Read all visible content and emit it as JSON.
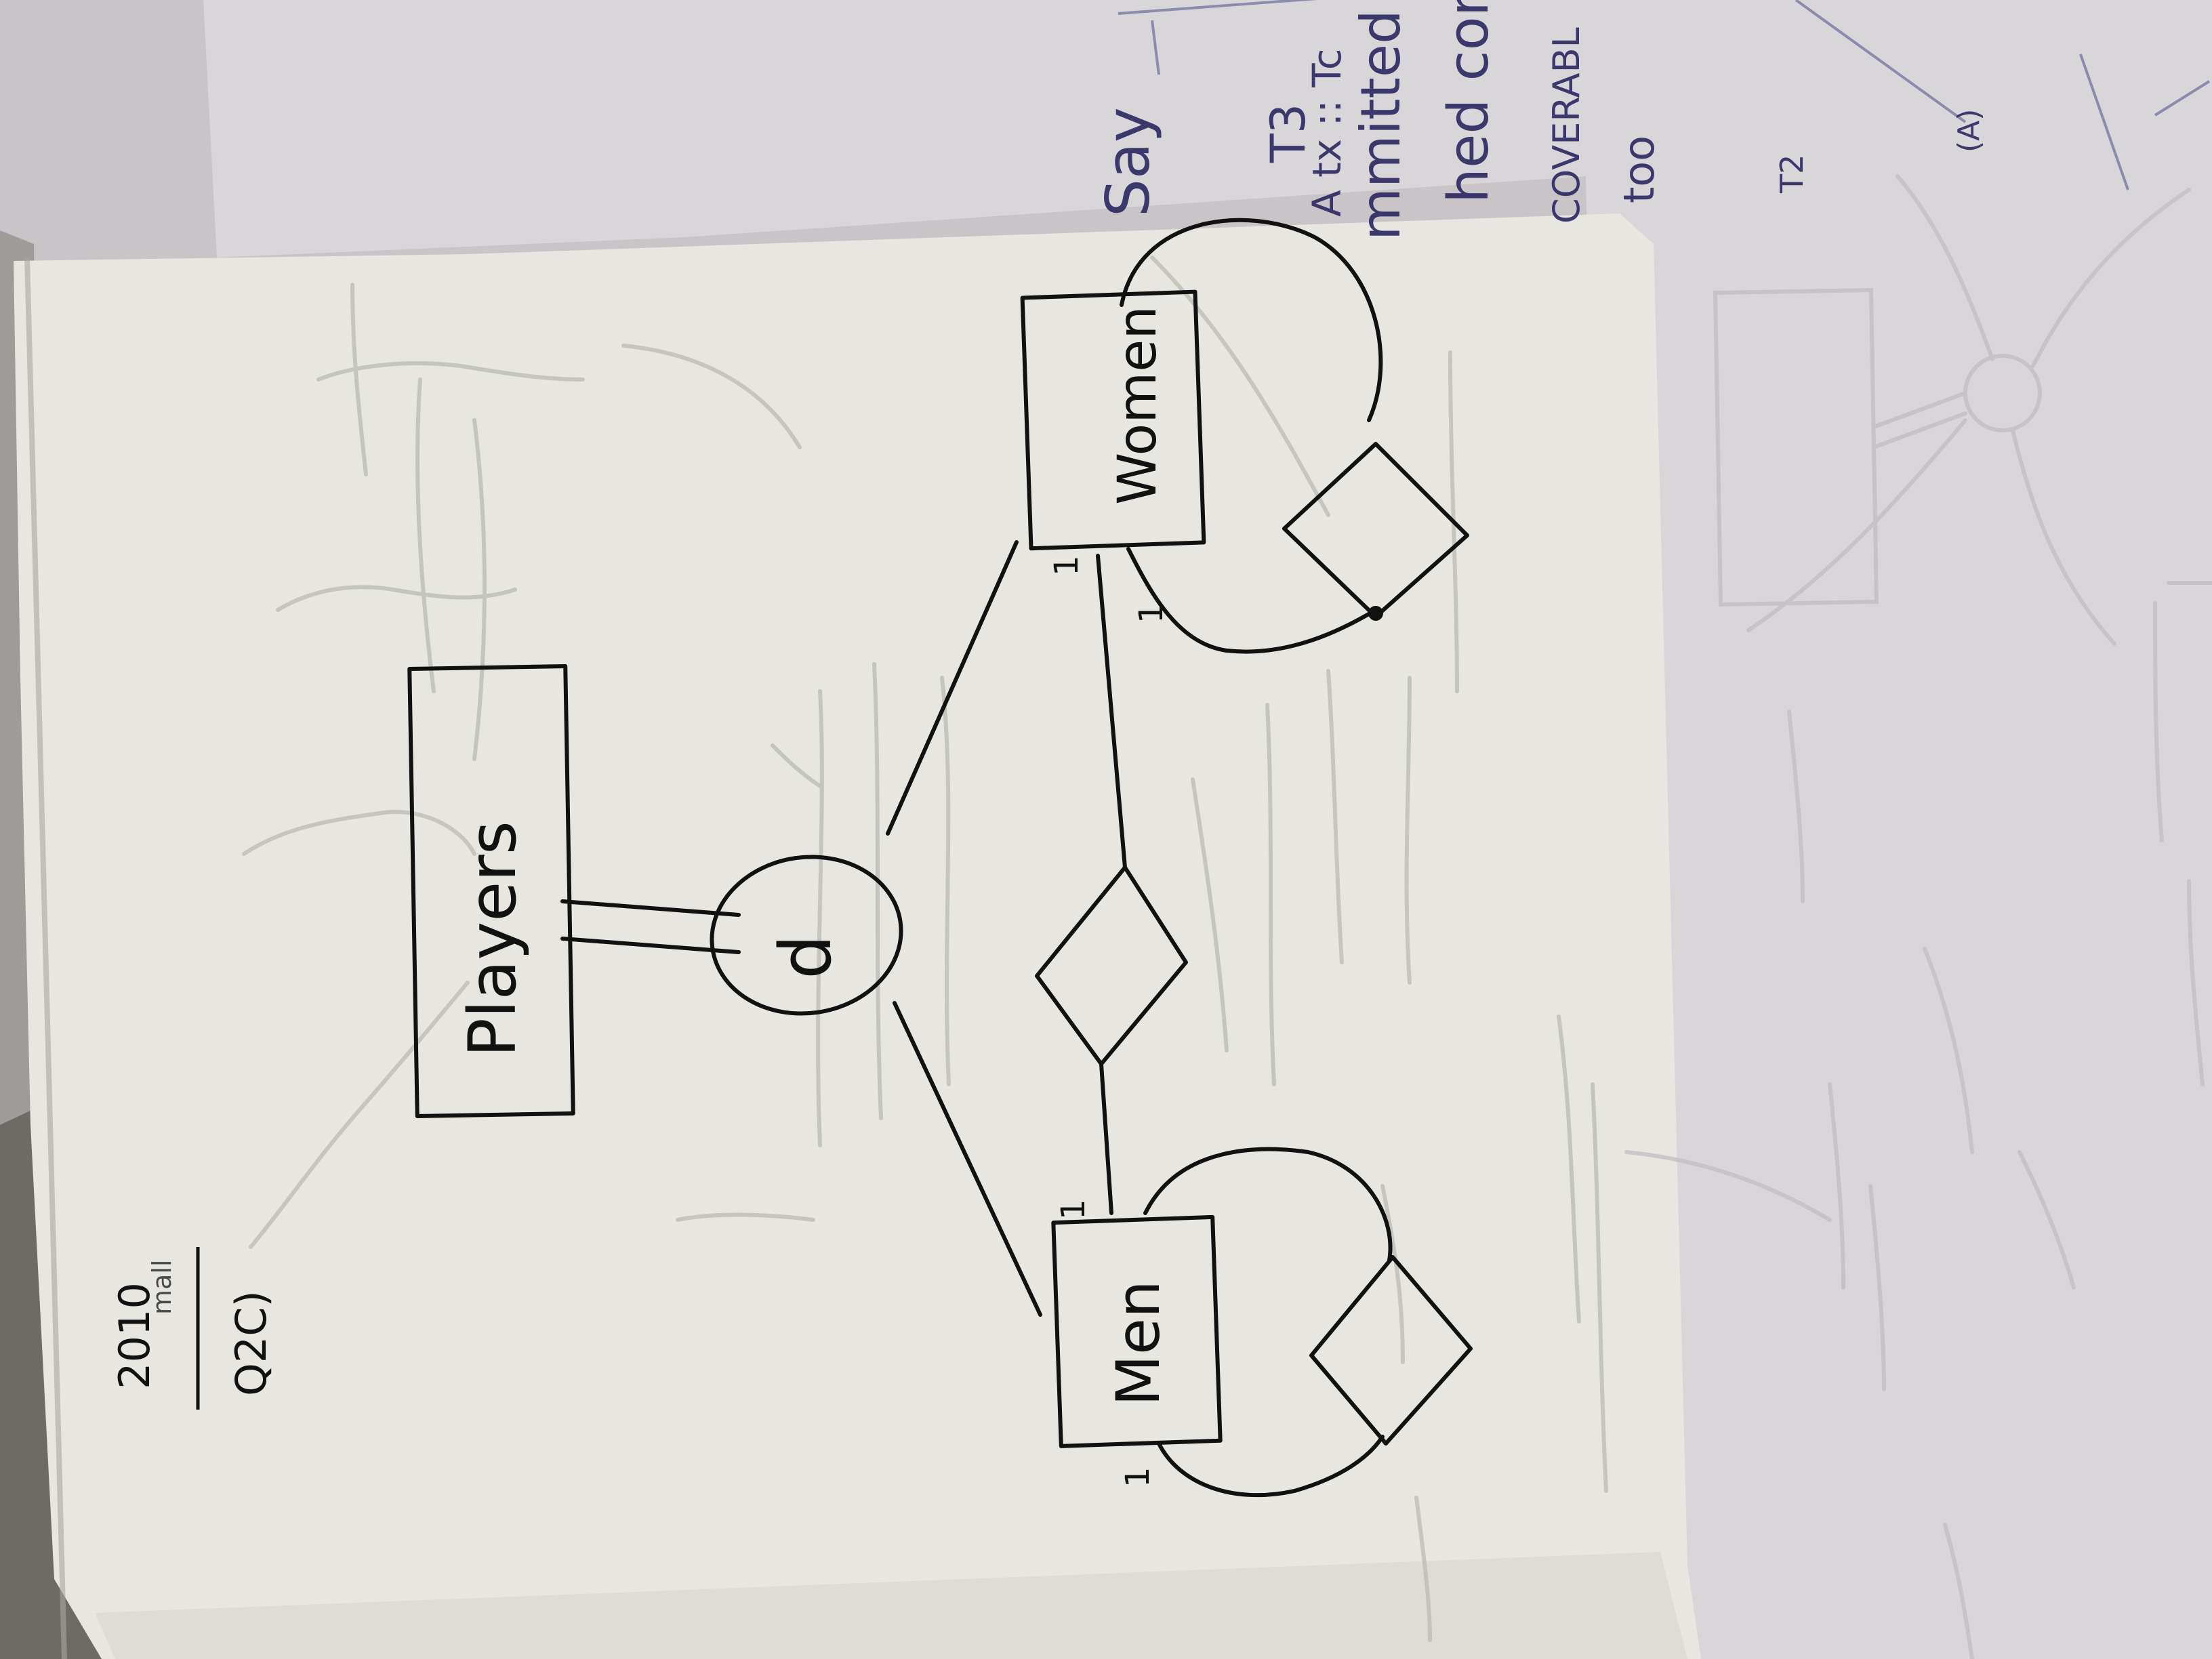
{
  "photo": {
    "header": {
      "year": "2010",
      "question": "Q2C)",
      "struck_text": "mall"
    },
    "diagram": {
      "superclass": "Players",
      "disjoint_marker": "d",
      "subclass_left": "Men",
      "subclass_right": "Women",
      "cardinality_men_top": "1",
      "cardinality_men_bottom": "1",
      "cardinality_women_bottom": "1",
      "cardinality_women_side": "1"
    },
    "background_page_text": {
      "line_1": "Say",
      "line_2": "T3",
      "line_3": "A tx :: Tc",
      "line_4": "mmitted",
      "line_5": "hed com",
      "line_6": "COVERABL",
      "line_7": "too",
      "line_8": "T2",
      "line_9": "(A)"
    }
  },
  "colors": {
    "paper": "#e6e6e1",
    "back_paper": "#d6d2d7",
    "ink": "#111111",
    "ink_purple": "#2d2a63",
    "bleed": "#b9b8b1"
  }
}
